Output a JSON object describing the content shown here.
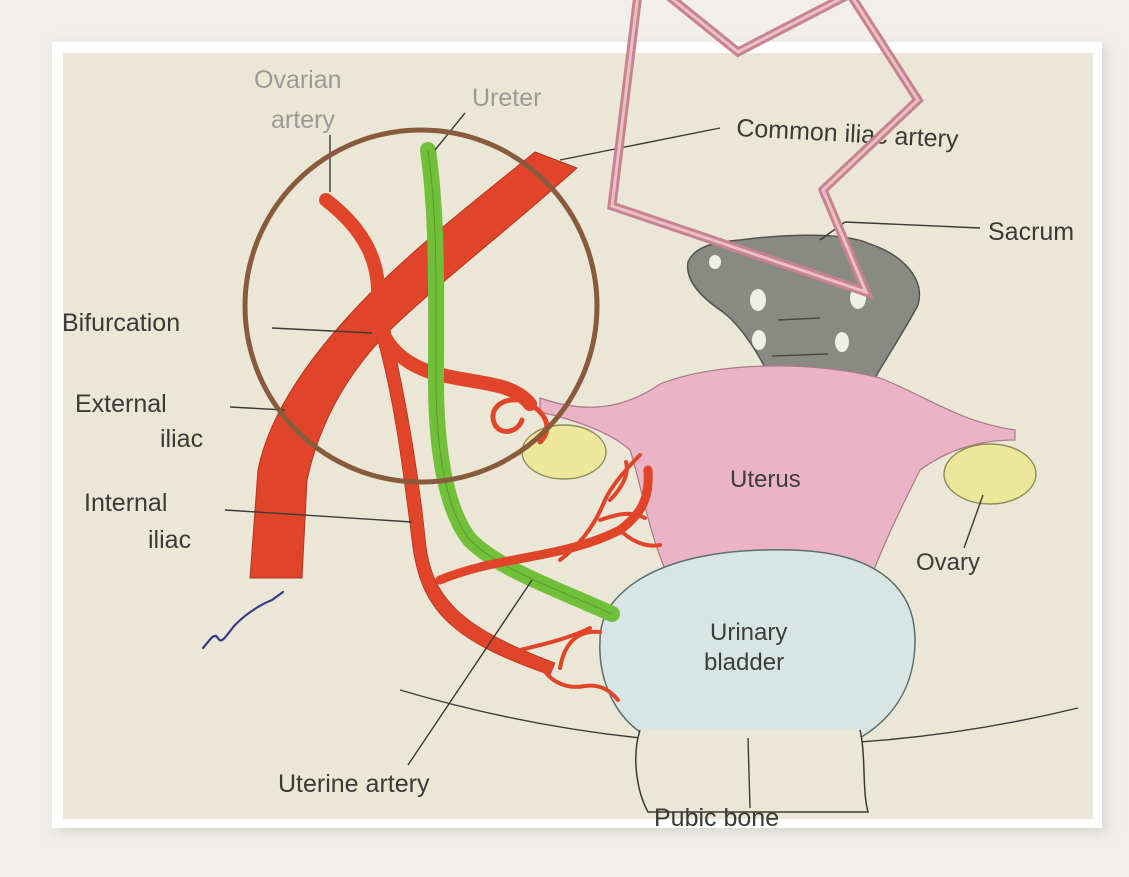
{
  "diagram": {
    "labels": {
      "ovarian_artery": [
        "Ovarian",
        "artery"
      ],
      "ureter": "Ureter",
      "common_iliac": "Common iliac artery",
      "sacrum": "Sacrum",
      "bifurcation": "Bifurcation",
      "external_iliac": [
        "External",
        "iliac"
      ],
      "internal_iliac": [
        "Internal",
        "iliac"
      ],
      "uterus": "Uterus",
      "ovary": "Ovary",
      "urinary_bladder": [
        "Urinary",
        "bladder"
      ],
      "uterine_artery": "Uterine artery",
      "pubic_bone": "Pubic bone"
    },
    "colors": {
      "artery": "#e0452a",
      "ureter": "#72c03a",
      "uterus": "#eab4c6",
      "ovary": "#ede79a",
      "bladder": "#d7e6e4",
      "sacrum": "#8a8a85",
      "paper": "#ebe7d6",
      "circle_annotation": "#8a5a3c",
      "star_annotation": "#c8838e"
    }
  }
}
